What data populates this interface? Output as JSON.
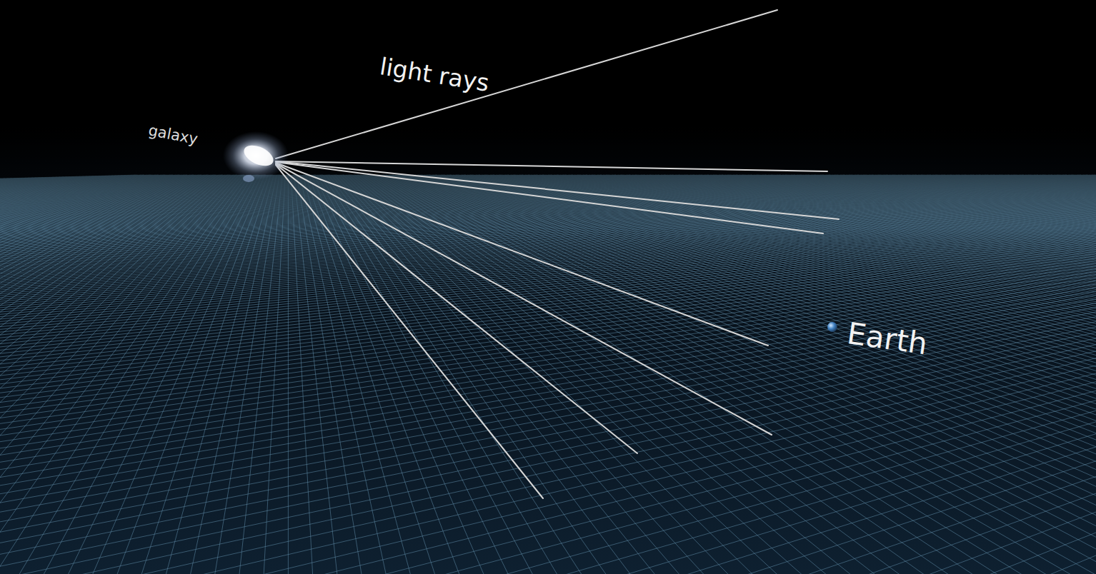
{
  "diagram": {
    "labels": [
      "galaxy",
      "light rays",
      "Earth"
    ]
  }
}
